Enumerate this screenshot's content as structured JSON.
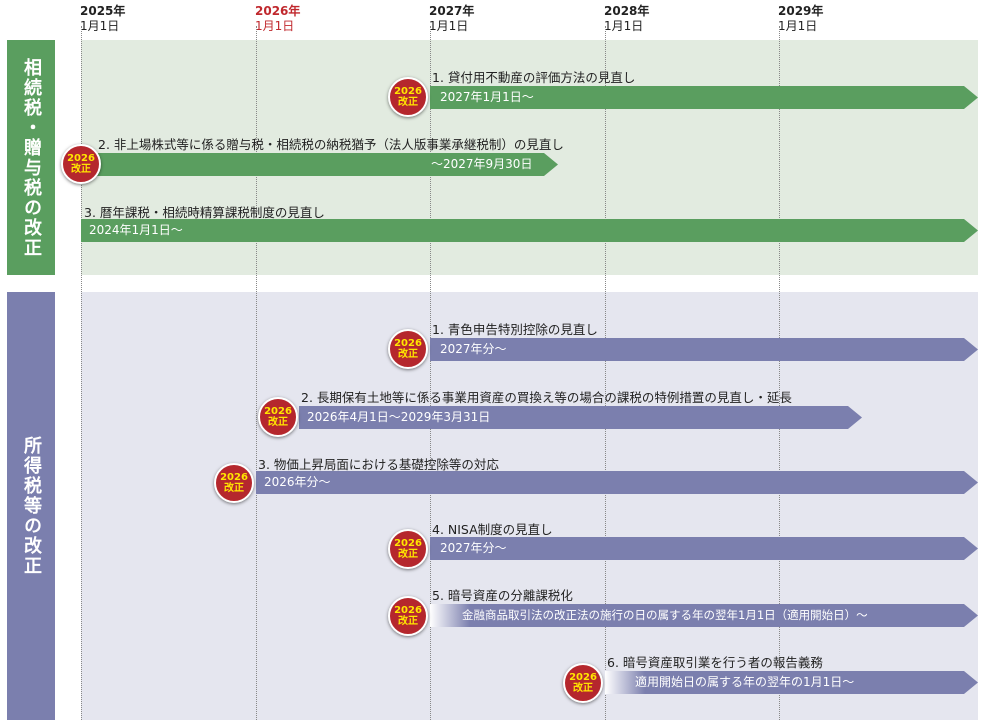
{
  "years": [
    {
      "year": "2025年",
      "date": "1月1日"
    },
    {
      "year": "2026年",
      "date": "1月1日"
    },
    {
      "year": "2027年",
      "date": "1月1日"
    },
    {
      "year": "2028年",
      "date": "1月1日"
    },
    {
      "year": "2029年",
      "date": "1月1日"
    }
  ],
  "badge": {
    "year": "2026",
    "label": "改正"
  },
  "colors": {
    "inheritance": "#5a9e5f",
    "income": "#7b7fae",
    "highlight_year": "#c0282d",
    "badge": "#b5272d"
  },
  "sections": {
    "inheritance": {
      "label": "相続税・贈与税の改正",
      "items": [
        {
          "title": "1. 貸付用不動産の評価方法の見直し",
          "period": "2027年1月1日～"
        },
        {
          "title": "2. 非上場株式等に係る贈与税・相続税の納税猶予（法人版事業承継税制）の見直し",
          "period": "～2027年9月30日"
        },
        {
          "title": "3. 暦年課税・相続時精算課税制度の見直し",
          "period": "2024年1月1日～"
        }
      ]
    },
    "income": {
      "label": "所得税等の改正",
      "items": [
        {
          "title": "1. 青色申告特別控除の見直し",
          "period": "2027年分～"
        },
        {
          "title": "2. 長期保有土地等に係る事業用資産の買換え等の場合の課税の特例措置の見直し・延長",
          "period": "2026年4月1日～2029年3月31日"
        },
        {
          "title": "3. 物価上昇局面における基礎控除等の対応",
          "period": "2026年分～"
        },
        {
          "title": "4. NISA制度の見直し",
          "period": "2027年分～"
        },
        {
          "title": "5. 暗号資産の分離課税化",
          "period": "金融商品取引法の改正法の施行の日の属する年の翌年1月1日（適用開始日）～"
        },
        {
          "title": "6. 暗号資産取引業を行う者の報告義務",
          "period": "適用開始日の属する年の翌年の1月1日～"
        }
      ]
    }
  }
}
